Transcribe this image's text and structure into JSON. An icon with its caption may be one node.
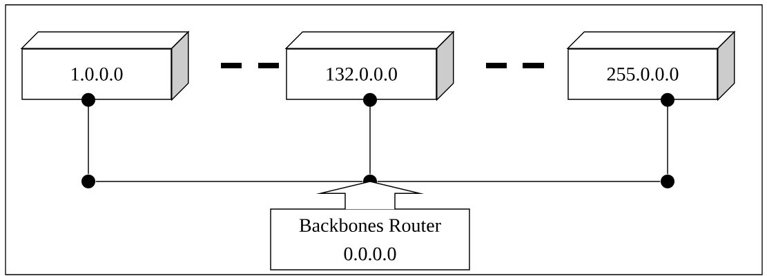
{
  "diagram": {
    "nodes": [
      {
        "text": [
          "1.0.0.0"
        ]
      },
      {
        "text": [
          "132.0.0.0"
        ]
      },
      {
        "text": [
          "255.0.0.0"
        ]
      },
      {
        "text": [
          "Backbones Router",
          "0.0.0.0"
        ]
      },
      {
        "text": [],
        "shape": "circle"
      },
      {
        "text": [],
        "shape": "circle"
      },
      {
        "text": [],
        "shape": "circle"
      }
    ],
    "edges": [
      {
        "from": 0,
        "to": 4,
        "arrow": "other"
      },
      {
        "from": 1,
        "to": 5,
        "arrow": "other"
      },
      {
        "from": 2,
        "to": 6,
        "arrow": "other"
      },
      {
        "from": 4,
        "to": 5,
        "arrow": "none"
      },
      {
        "from": 5,
        "to": 6,
        "arrow": "none"
      },
      {
        "from": 3,
        "to": 5,
        "arrow": "to"
      }
    ]
  }
}
